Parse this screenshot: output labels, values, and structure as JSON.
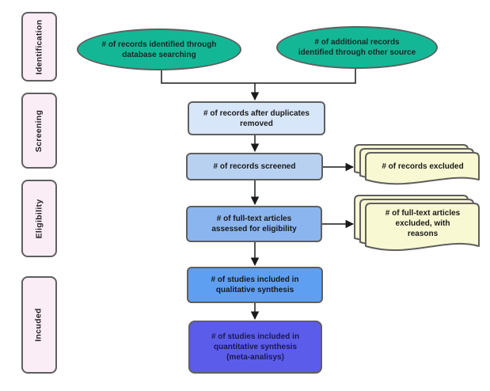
{
  "sidebar": {
    "items": [
      {
        "label": "Identification"
      },
      {
        "label": "Screening"
      },
      {
        "label": "Eligibility"
      },
      {
        "label": "Incuded"
      }
    ]
  },
  "flow": {
    "sources": [
      {
        "label": "# of records identified through\ndatabase searching"
      },
      {
        "label": "# of additional records\nidentified through other source"
      }
    ],
    "steps": [
      {
        "label": "# of records after duplicates\nremoved"
      },
      {
        "label": "# of records screened"
      },
      {
        "label": "# of full-text articles\nassessed for eligibility"
      },
      {
        "label": "# of studies included in\nqualitative synthesis"
      },
      {
        "label": "# of studies included in\nquantitative synthesis\n(meta-analisys)"
      }
    ],
    "exclusions": [
      {
        "label": "# of records excluded"
      },
      {
        "label": "# of full-text articles\nexcluded, with\nreasons"
      }
    ]
  },
  "colors": {
    "source-fill": "#14B795",
    "stage-fill": "#FBEDF6",
    "step1-fill": "#D8E6FA",
    "step2-fill": "#B9D1F1",
    "step3-fill": "#8AB5EF",
    "step4-fill": "#5E9FF2",
    "step5-fill": "#5C5CEB",
    "step5-text": "#191950",
    "doc-fill": "#F8F8D2",
    "stroke": "#5F5F5F",
    "arrow": "#1A1A1A",
    "text": "#1A1A1A"
  }
}
